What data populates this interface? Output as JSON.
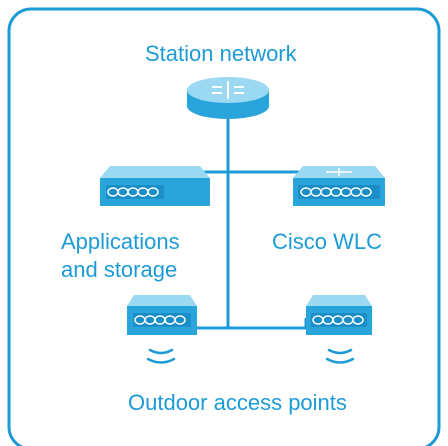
{
  "colors": {
    "frame": "#1d9bd7",
    "line": "#1d9bd7",
    "text": "#1d9bd7",
    "device_top": "#9bd8f1",
    "device_side": "#2aa5dc",
    "device_dark": "#1a8fc7",
    "device_mark": "#ffffff"
  },
  "labels": {
    "station_network": "Station network",
    "applications_storage_line1": "Applications",
    "applications_storage_line2": "and storage",
    "cisco_wlc": "Cisco WLC",
    "outdoor_access_points": "Outdoor access points"
  },
  "icons": {
    "router": "router-icon",
    "server": "server-appliance-icon",
    "wlc": "wireless-lan-controller-icon",
    "access_point": "access-point-icon",
    "wireless_signal": "wireless-signal-icon"
  }
}
